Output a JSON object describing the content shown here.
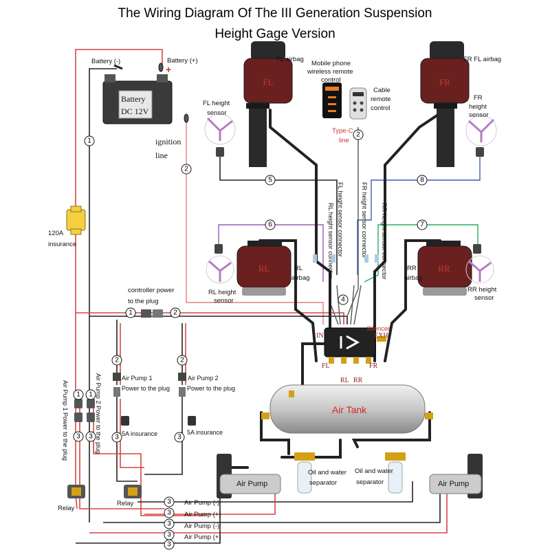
{
  "title": {
    "line1": "The Wiring Diagram Of The III Generation Suspension",
    "line2": "Height Gage Version"
  },
  "battery": {
    "neg_label": "Battery  (-)",
    "pos_label": "Battery (+)",
    "box_line1": "Battery",
    "box_line2": "DC 12V",
    "plus_sign": "+"
  },
  "ignition": {
    "line1": "ignition",
    "line2": "line"
  },
  "fuse_main": {
    "line1": "120A",
    "line2": "insurance"
  },
  "airbags": {
    "fl": {
      "label": "FL airbag",
      "mark": "FL"
    },
    "fr": {
      "label": "FR FL airbag",
      "mark": "FR"
    },
    "rl": {
      "label_line1": "RL",
      "label_line2": "airbag",
      "mark": "RL"
    },
    "rr": {
      "label_line1": "RR",
      "label_line2": "airbag",
      "mark": "RR"
    }
  },
  "sensors": {
    "fl": {
      "line1": "FL height",
      "line2": "sensor"
    },
    "fr": {
      "line1": "FR",
      "line2": "height",
      "line3": "sensor"
    },
    "rl": {
      "line1": "RL height",
      "line2": "sensor"
    },
    "rr": {
      "line1": "RR height",
      "line2": "sensor"
    }
  },
  "connectors": {
    "rl": "RL height sensor connector",
    "fl": "FL height sensor connector",
    "fr": "FR height sensor connector",
    "rr": "RR height sensor connector"
  },
  "remote": {
    "mobile_line1": "Mobile phone",
    "mobile_line2": "wireless remote",
    "mobile_line3": "control",
    "cable_line1": "Cable",
    "cable_line2": "remote",
    "cable_line3": "control",
    "typec_line1": "Type-C",
    "typec_line2": "line"
  },
  "controller": {
    "power_line1": "controller power",
    "power_line2": "to the plug",
    "in_port": "IN",
    "exh_port": "EXH",
    "silencer": "Silencer",
    "ports": [
      "FL",
      "RL",
      "RR",
      "FR"
    ]
  },
  "pumps": {
    "pump1_plug_line1": "Air Pump 1",
    "pump1_plug_line2": "Power to the plug",
    "pump2_plug_line1": "Air Pump 2",
    "pump2_plug_line2": "Power to the plug",
    "fuse_5a": "5A insurance",
    "vert1": "Air Pump 1   Power to the plug",
    "vert2": "Air Pump 2   Power to the plug",
    "left_label": "Air Pump",
    "right_label": "Air Pump"
  },
  "tank": {
    "label": "Air Tank"
  },
  "separator": {
    "line1": "Oil and water",
    "line2": "separator"
  },
  "relay": {
    "label": "Relay"
  },
  "bottom_labels": [
    "Air Pump (-)",
    "Air Pump (+)",
    "Air Pump (-)",
    "Air Pump (+)"
  ],
  "wire_numbers": {
    "n1": "1",
    "n2": "2",
    "n3": "3",
    "n4": "4",
    "n5": "5",
    "n6": "6",
    "n7": "7",
    "n8": "8"
  }
}
